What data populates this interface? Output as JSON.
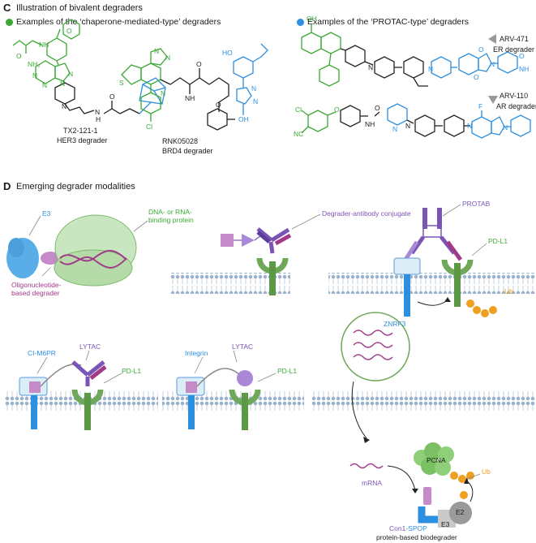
{
  "colors": {
    "green": "#3aa935",
    "blue": "#2d8fe0",
    "purple": "#7a55b5",
    "magenta": "#a23a8a",
    "orange": "#f0a020",
    "membrane": "#9bb3cc",
    "gray": "#888888"
  },
  "panel_c": {
    "letter": "C",
    "title": "Illustration of bivalent degraders",
    "chaperone_heading": "Examples of the ‘chaperone-mediated-type’ degraders",
    "protac_heading": "Examples of the ‘PROTAC-type’ degraders",
    "mol1": {
      "name": "TX2-121-1",
      "desc": "HER3 degrader"
    },
    "mol2": {
      "name": "RNK05028",
      "desc": "BRD4 degrader"
    },
    "mol3": {
      "name": "ARV-471",
      "desc": "ER degrader"
    },
    "mol4": {
      "name": "ARV-110",
      "desc": "AR degrader"
    },
    "atoms": {
      "nh2": "NH₂",
      "n": "N",
      "h": "H",
      "o": "O",
      "s": "S",
      "cl": "Cl",
      "oh": "OH",
      "ho": "HO",
      "nh": "NH",
      "f": "F",
      "nc": "NC"
    }
  },
  "panel_d": {
    "letter": "D",
    "title": "Emerging degrader modalities",
    "e3": "E3",
    "dna_binding": "DNA- or RNA-\nbinding protein",
    "oligo": "Oligonucleotide-\nbased degrader",
    "dac": "Degrader-antibody conjugate",
    "protab": "PROTAB",
    "pdl1": "PD-L1",
    "znrf3": "ZNRF3",
    "ub": "Ub",
    "ci_m6pr": "CI-M6PR",
    "lytac": "LYTAC",
    "integrin": "Integrin",
    "mrna": "mRNA",
    "pcna": "PCNA",
    "e2": "E2",
    "con1": "Con1-",
    "spop": "SPOP",
    "biodegrader": "protein-based biodegrader"
  }
}
